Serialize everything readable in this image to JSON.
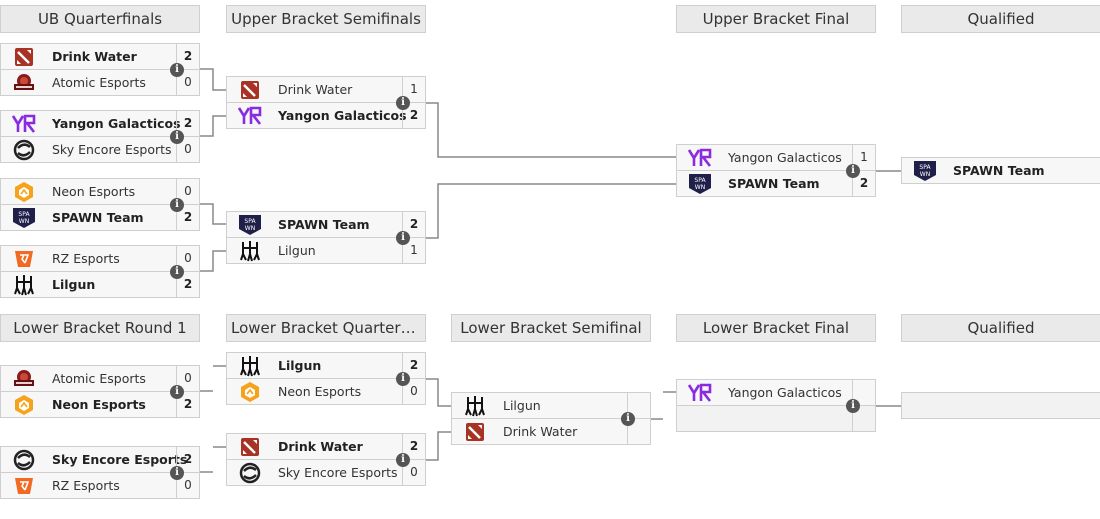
{
  "headers": {
    "ub_qf": "UB Quarterfinals",
    "ub_sf": "Upper Bracket Semifinals",
    "ub_final": "Upper Bracket Final",
    "ub_qualified": "Qualified",
    "lb_r1": "Lower Bracket Round 1",
    "lb_qf": "Lower Bracket Quarterfin...",
    "lb_sf": "Lower Bracket Semifinal",
    "lb_final": "Lower Bracket Final",
    "lb_qualified": "Qualified"
  },
  "info_glyph": "i",
  "colors": {
    "header_bg": "#eaeaea",
    "row_bg": "#f7f7f7",
    "border": "#cfcfcf",
    "line": "#888888",
    "yangon_purple": "#8a2be2",
    "spawn_navy": "#1f1f4a",
    "neon_orange": "#f7a21b",
    "rz_orange": "#f26a21",
    "dota_red": "#a83224"
  },
  "matches": {
    "ubqf1": {
      "t1": {
        "name": "Drink Water",
        "score": "2",
        "logo": "dota-icon"
      },
      "t2": {
        "name": "Atomic Esports",
        "score": "0",
        "logo": "atomic-esports-icon"
      }
    },
    "ubqf2": {
      "t1": {
        "name": "Yangon Galacticos",
        "score": "2",
        "logo": "yangon-icon"
      },
      "t2": {
        "name": "Sky Encore Esports",
        "score": "0",
        "logo": "sky-encore-icon"
      }
    },
    "ubqf3": {
      "t1": {
        "name": "Neon Esports",
        "score": "0",
        "logo": "neon-icon"
      },
      "t2": {
        "name": "SPAWN Team",
        "score": "2",
        "logo": "spawn-icon"
      }
    },
    "ubqf4": {
      "t1": {
        "name": "RZ Esports",
        "score": "0",
        "logo": "rz-icon"
      },
      "t2": {
        "name": "Lilgun",
        "score": "2",
        "logo": "lilgun-icon"
      }
    },
    "ubsf1": {
      "t1": {
        "name": "Drink Water",
        "score": "1",
        "logo": "dota-icon"
      },
      "t2": {
        "name": "Yangon Galacticos",
        "score": "2",
        "logo": "yangon-icon"
      }
    },
    "ubsf2": {
      "t1": {
        "name": "SPAWN Team",
        "score": "2",
        "logo": "spawn-icon"
      },
      "t2": {
        "name": "Lilgun",
        "score": "1",
        "logo": "lilgun-icon"
      }
    },
    "ubf": {
      "t1": {
        "name": "Yangon Galacticos",
        "score": "1",
        "logo": "yangon-icon"
      },
      "t2": {
        "name": "SPAWN Team",
        "score": "2",
        "logo": "spawn-icon"
      }
    },
    "ubq": {
      "t1": {
        "name": "SPAWN Team",
        "logo": "spawn-icon"
      }
    },
    "lbr1a": {
      "t1": {
        "name": "Atomic Esports",
        "score": "0",
        "logo": "atomic-esports-icon"
      },
      "t2": {
        "name": "Neon Esports",
        "score": "2",
        "logo": "neon-icon"
      }
    },
    "lbr1b": {
      "t1": {
        "name": "Sky Encore Esports",
        "score": "2",
        "logo": "sky-encore-icon"
      },
      "t2": {
        "name": "RZ Esports",
        "score": "0",
        "logo": "rz-icon"
      }
    },
    "lbqf1": {
      "t1": {
        "name": "Lilgun",
        "score": "2",
        "logo": "lilgun-icon"
      },
      "t2": {
        "name": "Neon Esports",
        "score": "0",
        "logo": "neon-icon"
      }
    },
    "lbqf2": {
      "t1": {
        "name": "Drink Water",
        "score": "2",
        "logo": "dota-icon"
      },
      "t2": {
        "name": "Sky Encore Esports",
        "score": "0",
        "logo": "sky-encore-icon"
      }
    },
    "lbsf": {
      "t1": {
        "name": "Lilgun",
        "logo": "lilgun-icon"
      },
      "t2": {
        "name": "Drink Water",
        "logo": "dota-icon"
      }
    },
    "lbf": {
      "t1": {
        "name": "Yangon Galacticos",
        "logo": "yangon-icon"
      }
    }
  }
}
